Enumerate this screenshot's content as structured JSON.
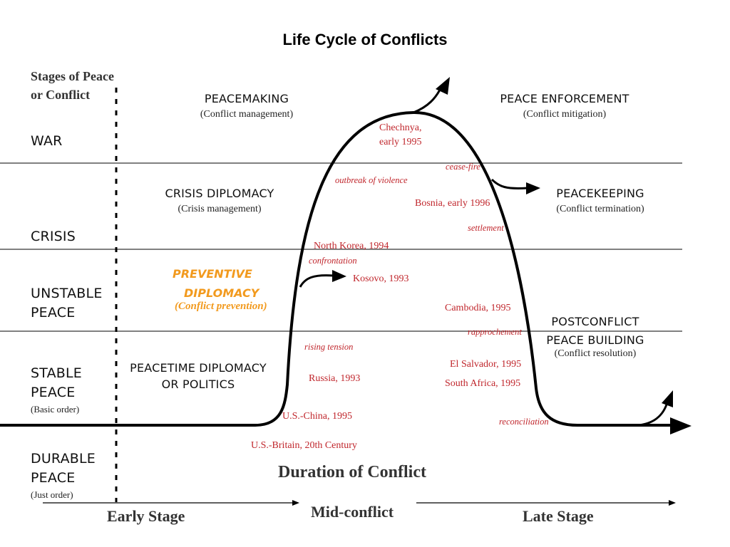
{
  "title": "Life Cycle of Conflicts",
  "stages_header": [
    "Stages of Peace",
    "or Conflict"
  ],
  "stages": {
    "war": "WAR",
    "crisis": "CRISIS",
    "unstable": [
      "UNSTABLE",
      "PEACE"
    ],
    "stable": [
      "STABLE",
      "PEACE"
    ],
    "stable_sub": "(Basic order)",
    "durable": [
      "DURABLE",
      "PEACE"
    ],
    "durable_sub": "(Just order)"
  },
  "strategies": {
    "peacemaking": {
      "label": "PEACEMAKING",
      "sub": "(Conflict management)"
    },
    "peace_enforcement": {
      "label": "PEACE ENFORCEMENT",
      "sub": "(Conflict mitigation)"
    },
    "crisis_diplomacy": {
      "label": "CRISIS DIPLOMACY",
      "sub": "(Crisis management)"
    },
    "peacekeeping": {
      "label": "PEACEKEEPING",
      "sub": "(Conflict termination)"
    },
    "preventive": {
      "line1": "PREVENTIVE",
      "line2": "DIPLOMACY",
      "sub": "(Conflict prevention)"
    },
    "postconflict": {
      "line1": "POSTCONFLICT",
      "line2": "PEACE BUILDING",
      "sub": "(Conflict resolution)"
    },
    "peacetime": {
      "line1": "PEACETIME DIPLOMACY",
      "line2": "OR POLITICS"
    }
  },
  "examples": {
    "chechnya": [
      "Chechnya,",
      "early 1995"
    ],
    "bosnia": "Bosnia, early 1996",
    "north_korea": "North Korea, 1994",
    "kosovo": "Kosovo, 1993",
    "cambodia": "Cambodia, 1995",
    "el_salvador": "El Salvador, 1995",
    "south_africa": "South Africa, 1995",
    "russia": "Russia, 1993",
    "us_china": "U.S.-China, 1995",
    "us_britain": "U.S.-Britain, 20th Century"
  },
  "phases": {
    "outbreak": "outbreak of violence",
    "ceasefire": "cease-fire",
    "settlement": "settlement",
    "confrontation": "confrontation",
    "rapprochement": "rapprochement",
    "rising_tension": "rising tension",
    "reconciliation": "reconciliation"
  },
  "axis": {
    "duration": "Duration of Conflict",
    "early": "Early Stage",
    "mid": "Mid-conflict",
    "late": "Late Stage"
  },
  "colors": {
    "red": "#c0262c",
    "orange": "#f29a1e",
    "line": "#000000"
  }
}
